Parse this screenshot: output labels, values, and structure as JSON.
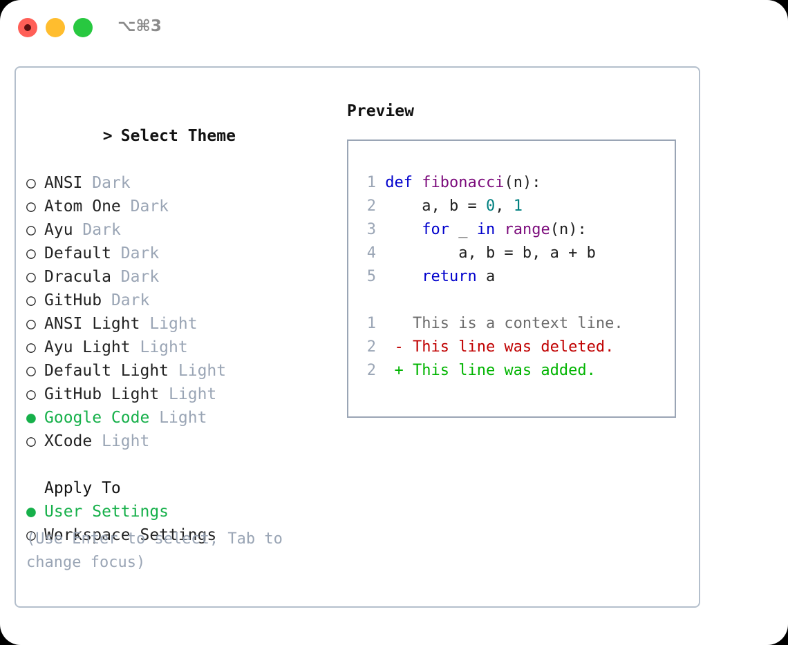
{
  "window": {
    "shortcut_label": "⌥⌘\u00033",
    "shortcut_display": "⌥⌘3",
    "traffic_lights": [
      "close-red",
      "minimize-yellow",
      "maximize-green"
    ],
    "accent_green": "#16b04a",
    "border_color": "#b4bfcc",
    "muted_color": "#9aa5b5"
  },
  "theme_list": {
    "header": "> Select Theme",
    "header_caret": ">",
    "header_title": "Select Theme",
    "marker_unselected": "○",
    "marker_selected": "●",
    "items": [
      {
        "name": "ANSI",
        "tag": "Dark",
        "selected": false
      },
      {
        "name": "Atom One",
        "tag": "Dark",
        "selected": false
      },
      {
        "name": "Ayu",
        "tag": "Dark",
        "selected": false
      },
      {
        "name": "Default",
        "tag": "Dark",
        "selected": false
      },
      {
        "name": "Dracula",
        "tag": "Dark",
        "selected": false
      },
      {
        "name": "GitHub",
        "tag": "Dark",
        "selected": false
      },
      {
        "name": "ANSI Light",
        "tag": "Light",
        "selected": false
      },
      {
        "name": "Ayu Light",
        "tag": "Light",
        "selected": false
      },
      {
        "name": "Default Light",
        "tag": "Light",
        "selected": false
      },
      {
        "name": "GitHub Light",
        "tag": "Light",
        "selected": false
      },
      {
        "name": "Google Code",
        "tag": "Light",
        "selected": true
      },
      {
        "name": "XCode",
        "tag": "Light",
        "selected": false
      }
    ]
  },
  "apply_to": {
    "header": "Apply To",
    "items": [
      {
        "name": "User Settings",
        "selected": true
      },
      {
        "name": "Workspace Settings",
        "selected": false
      }
    ]
  },
  "hint": "(Use Enter to select, Tab to change focus)",
  "preview": {
    "title": "Preview",
    "code_lines": [
      {
        "num": "1",
        "tokens": [
          {
            "t": "def ",
            "c": "kw"
          },
          {
            "t": "fibonacci",
            "c": "fn"
          },
          {
            "t": "(n):",
            "c": "pl"
          }
        ]
      },
      {
        "num": "2",
        "tokens": [
          {
            "t": "    a, b = ",
            "c": "pl"
          },
          {
            "t": "0",
            "c": "num"
          },
          {
            "t": ", ",
            "c": "pl"
          },
          {
            "t": "1",
            "c": "num"
          }
        ]
      },
      {
        "num": "3",
        "tokens": [
          {
            "t": "    ",
            "c": "pl"
          },
          {
            "t": "for",
            "c": "kw"
          },
          {
            "t": " _ ",
            "c": "pl"
          },
          {
            "t": "in",
            "c": "kw"
          },
          {
            "t": " ",
            "c": "pl"
          },
          {
            "t": "range",
            "c": "fn"
          },
          {
            "t": "(n):",
            "c": "pl"
          }
        ]
      },
      {
        "num": "4",
        "tokens": [
          {
            "t": "        a, b = b, a + b",
            "c": "pl"
          }
        ]
      },
      {
        "num": "5",
        "tokens": [
          {
            "t": "    ",
            "c": "pl"
          },
          {
            "t": "return",
            "c": "kw"
          },
          {
            "t": " a",
            "c": "pl"
          }
        ]
      }
    ],
    "diff_lines": [
      {
        "num": "1",
        "sign": " ",
        "text": "This is a context line.",
        "kind": "ctx"
      },
      {
        "num": "2",
        "sign": "-",
        "text": "This line was deleted.",
        "kind": "del"
      },
      {
        "num": "2",
        "sign": "+",
        "text": "This line was added.",
        "kind": "add"
      }
    ]
  }
}
